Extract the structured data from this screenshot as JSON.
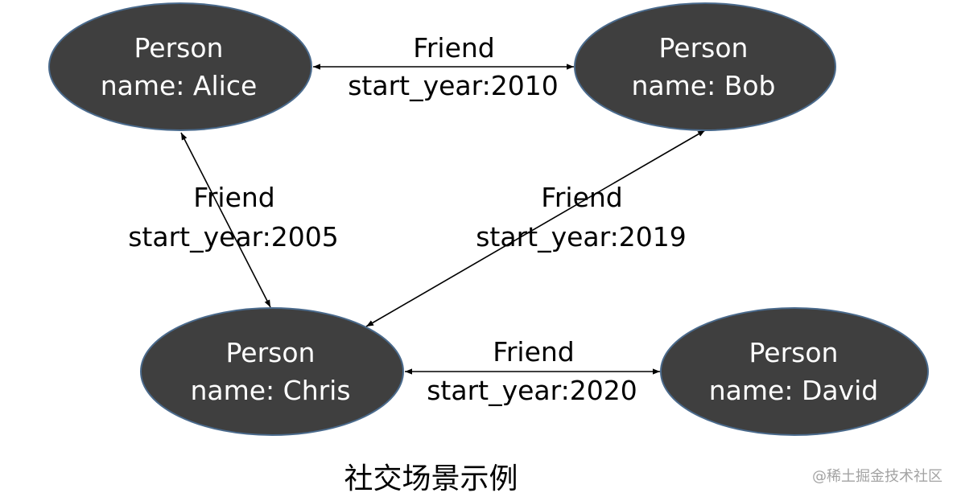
{
  "nodes": [
    {
      "id": "alice",
      "type_label": "Person",
      "name_label": "name: Alice"
    },
    {
      "id": "bob",
      "type_label": "Person",
      "name_label": "name: Bob"
    },
    {
      "id": "chris",
      "type_label": "Person",
      "name_label": "name: Chris"
    },
    {
      "id": "david",
      "type_label": "Person",
      "name_label": "name: David"
    }
  ],
  "edges": [
    {
      "id": "alice-bob",
      "from": "alice",
      "to": "bob",
      "relation": "Friend",
      "property": "start_year:2010"
    },
    {
      "id": "alice-chris",
      "from": "alice",
      "to": "chris",
      "relation": "Friend",
      "property": "start_year:2005"
    },
    {
      "id": "bob-chris",
      "from": "bob",
      "to": "chris",
      "relation": "Friend",
      "property": "start_year:2019"
    },
    {
      "id": "chris-david",
      "from": "chris",
      "to": "david",
      "relation": "Friend",
      "property": "start_year:2020"
    }
  ],
  "caption": "社交场景示例",
  "watermark": "@稀土掘金技术社区",
  "colors": {
    "node_fill": "#3f3f3f",
    "node_outline": "#4a6a8c",
    "node_text": "#ffffff",
    "edge": "#000000",
    "watermark": "#a3a3a3"
  }
}
